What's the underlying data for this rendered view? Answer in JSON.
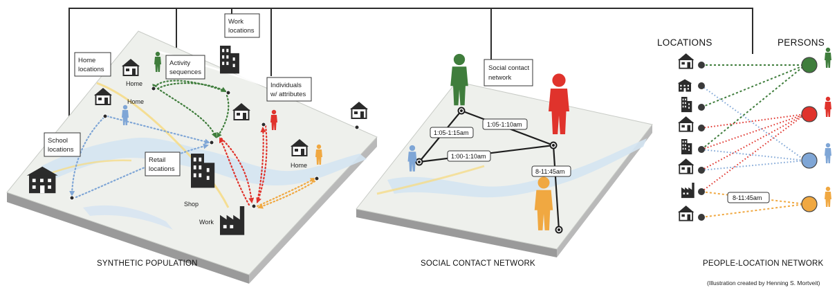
{
  "colors": {
    "green": "#3f7d3c",
    "red": "#e0332c",
    "blue": "#7fa6d6",
    "orange": "#f0a841",
    "ink": "#2b2b2b"
  },
  "panel1": {
    "caption": "SYNTHETIC POPULATION",
    "callouts": {
      "work_locations": [
        "Work",
        "locations"
      ],
      "home_locations": [
        "Home",
        "locations"
      ],
      "activity_sequences": [
        "Activity",
        "sequences"
      ],
      "individuals": [
        "Individuals",
        "w/ attributes"
      ],
      "school_locations": [
        "School",
        "locations"
      ],
      "retail_locations": [
        "Retail",
        "locations"
      ]
    },
    "place_labels": {
      "home1": "Home",
      "home2": "Home",
      "home3": "Home",
      "shop": "Shop",
      "work": "Work"
    }
  },
  "panel2": {
    "caption": "SOCIAL CONTACT NETWORK",
    "callout": [
      "Social contact",
      "network"
    ],
    "edges": {
      "green_blue": "1:05-1:15am",
      "green_red": "1:05-1:10am",
      "blue_red": "1:00-1:10am",
      "red_orange": "8-11:45am"
    }
  },
  "panel3": {
    "caption": "PEOPLE-LOCATION NETWORK",
    "header_locations": "LOCATIONS",
    "header_persons": "PERSONS",
    "location_icons": [
      "house-icon",
      "school-icon",
      "office-tower-icon",
      "house-icon",
      "office-tower-icon",
      "house-icon",
      "factory-icon",
      "house-icon"
    ],
    "edge_label": "8-11:45am"
  },
  "credit": "(Illustration created by Henning S. Mortveit)"
}
